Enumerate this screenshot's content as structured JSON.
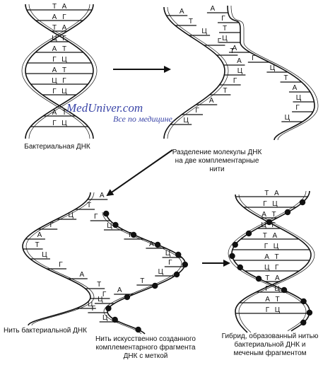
{
  "watermark": {
    "site": "MedUniver.com",
    "slogan": "Все по медицине."
  },
  "captions": {
    "bacterial_dna": "Бактериальная ДНК",
    "separation": [
      "Разделение молекулы ДНК",
      "на две комплементарные",
      "нити"
    ],
    "bacterial_strand": "Нить бактериальной ДНК",
    "labeled_strand": [
      "Нить искусственно созданного",
      "комплементарного фрагмента",
      "ДНК с меткой"
    ],
    "hybrid": [
      "Гибрид, образованный нитью",
      "бактериальной ДНК и",
      "меченым фрагментом"
    ]
  },
  "panels": {
    "original": [
      [
        "Т",
        "А"
      ],
      [
        "А",
        "Г"
      ],
      [
        "Т",
        "А"
      ],
      [
        "Ц",
        "Г"
      ],
      [
        "А",
        "Т"
      ],
      [
        "Г",
        "Ц"
      ],
      [
        "А",
        "Т"
      ],
      [
        "Ц",
        "Г"
      ],
      [
        "Г",
        "Ц"
      ],
      [
        "Ц",
        "Г"
      ],
      [
        "А",
        "Т"
      ],
      [
        "Г",
        "Ц"
      ]
    ],
    "separated_left": [
      "А",
      "Т",
      "Ц",
      "Г",
      "Т",
      "А",
      "Ц",
      "Г",
      "Т",
      "А",
      "Г",
      "Ц"
    ],
    "separated_right": [
      "А",
      "Г",
      "Т",
      "Ц",
      "А",
      "Г",
      "Ц",
      "Т",
      "А",
      "Ц",
      "Г",
      "Ц"
    ],
    "bacterial_strand": [
      "А",
      "Т",
      "Ц",
      "Г",
      "А",
      "Т",
      "Ц",
      "Г",
      "А",
      "Т",
      "Г",
      "Ц"
    ],
    "labeled_strand": [
      "Г",
      "Ц",
      "Т",
      "А",
      "Ц",
      "Г",
      "Ц",
      "Т",
      "А",
      "Ц",
      "Г",
      "Ц"
    ],
    "hybrid": [
      [
        "Т",
        "А"
      ],
      [
        "Г",
        "Ц"
      ],
      [
        "А",
        "Т"
      ],
      [
        "Ц",
        "Г"
      ],
      [
        "Т",
        "А"
      ],
      [
        "Г",
        "Ц"
      ],
      [
        "А",
        "Т"
      ],
      [
        "Ц",
        "Г"
      ],
      [
        "Т",
        "А"
      ],
      [
        "Г",
        "Ц"
      ],
      [
        "А",
        "Т"
      ],
      [
        "Г",
        "Ц"
      ]
    ]
  }
}
